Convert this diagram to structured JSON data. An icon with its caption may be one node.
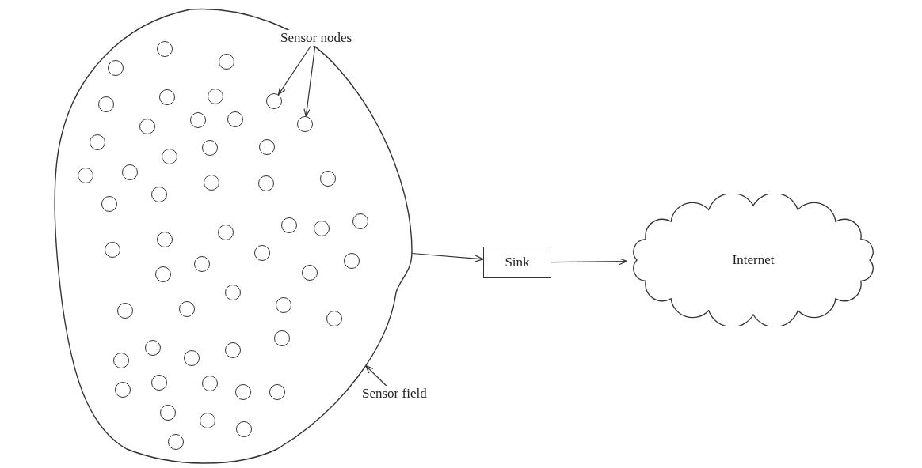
{
  "diagram": {
    "nodes": [
      {
        "text": [],
        "shape": "blob"
      },
      {
        "text": [],
        "shape": "circle",
        "in": 0
      },
      {
        "text": [],
        "shape": "circle",
        "in": 0
      },
      {
        "text": [],
        "shape": "circle",
        "in": 0
      },
      {
        "text": [],
        "shape": "circle",
        "in": 0
      },
      {
        "text": [],
        "shape": "circle",
        "in": 0
      },
      {
        "text": [],
        "shape": "circle",
        "in": 0
      },
      {
        "text": [],
        "shape": "circle",
        "in": 0
      },
      {
        "text": [],
        "shape": "circle",
        "in": 0
      },
      {
        "text": [],
        "shape": "circle",
        "in": 0
      },
      {
        "text": [],
        "shape": "circle",
        "in": 0
      },
      {
        "text": [],
        "shape": "circle",
        "in": 0
      },
      {
        "text": [],
        "shape": "circle",
        "in": 0
      },
      {
        "text": [],
        "shape": "circle",
        "in": 0
      },
      {
        "text": [],
        "shape": "circle",
        "in": 0
      },
      {
        "text": [],
        "shape": "circle",
        "in": 0
      },
      {
        "text": [],
        "shape": "circle",
        "in": 0
      },
      {
        "text": [],
        "shape": "circle",
        "in": 0
      },
      {
        "text": [],
        "shape": "circle",
        "in": 0
      },
      {
        "text": [],
        "shape": "circle",
        "in": 0
      },
      {
        "text": [],
        "shape": "circle",
        "in": 0
      },
      {
        "text": [],
        "shape": "circle",
        "in": 0
      },
      {
        "text": [],
        "shape": "circle",
        "in": 0
      },
      {
        "text": [],
        "shape": "circle",
        "in": 0
      },
      {
        "text": [],
        "shape": "circle",
        "in": 0
      },
      {
        "text": [],
        "shape": "circle",
        "in": 0
      },
      {
        "text": [],
        "shape": "circle",
        "in": 0
      },
      {
        "text": [],
        "shape": "circle",
        "in": 0
      },
      {
        "text": [],
        "shape": "circle",
        "in": 0
      },
      {
        "text": [],
        "shape": "circle",
        "in": 0
      },
      {
        "text": [],
        "shape": "circle",
        "in": 0
      },
      {
        "text": [],
        "shape": "circle",
        "in": 0
      },
      {
        "text": [],
        "shape": "circle",
        "in": 0
      },
      {
        "text": [],
        "shape": "circle",
        "in": 0
      },
      {
        "text": [],
        "shape": "circle",
        "in": 0
      },
      {
        "text": [],
        "shape": "circle",
        "in": 0
      },
      {
        "text": [],
        "shape": "circle",
        "in": 0
      },
      {
        "text": [],
        "shape": "circle",
        "in": 0
      },
      {
        "text": [],
        "shape": "circle",
        "in": 0
      },
      {
        "text": [],
        "shape": "circle",
        "in": 0
      },
      {
        "text": [],
        "shape": "circle",
        "in": 0
      },
      {
        "text": [],
        "shape": "circle",
        "in": 0
      },
      {
        "text": [],
        "shape": "circle",
        "in": 0
      },
      {
        "text": [],
        "shape": "circle",
        "in": 0
      },
      {
        "text": [],
        "shape": "circle",
        "in": 0
      },
      {
        "text": [],
        "shape": "circle",
        "in": 0
      },
      {
        "text": [],
        "shape": "circle",
        "in": 0
      },
      {
        "text": [],
        "shape": "circle",
        "in": 0
      },
      {
        "text": [],
        "shape": "circle",
        "in": 0
      },
      {
        "text": [],
        "shape": "circle",
        "in": 0
      },
      {
        "text": [],
        "shape": "circle",
        "in": 0
      },
      {
        "text": [],
        "shape": "circle",
        "in": 0
      },
      {
        "text": [],
        "shape": "circle",
        "in": 0
      },
      {
        "text": [
          "Sensor nodes"
        ]
      },
      {
        "text": [
          "Sensor field"
        ]
      },
      {
        "text": [
          "Sink"
        ]
      },
      {
        "text": [
          "Internet"
        ]
      }
    ],
    "edges": [
      {
        "from": 53,
        "to": 7,
        "arrow": "to"
      },
      {
        "from": 53,
        "to": 11,
        "arrow": "to"
      },
      {
        "from": 54,
        "to": 0,
        "arrow": "to"
      },
      {
        "from": 0,
        "to": 55,
        "arrow": "to"
      },
      {
        "from": 55,
        "to": 56,
        "arrow": "to"
      }
    ]
  }
}
